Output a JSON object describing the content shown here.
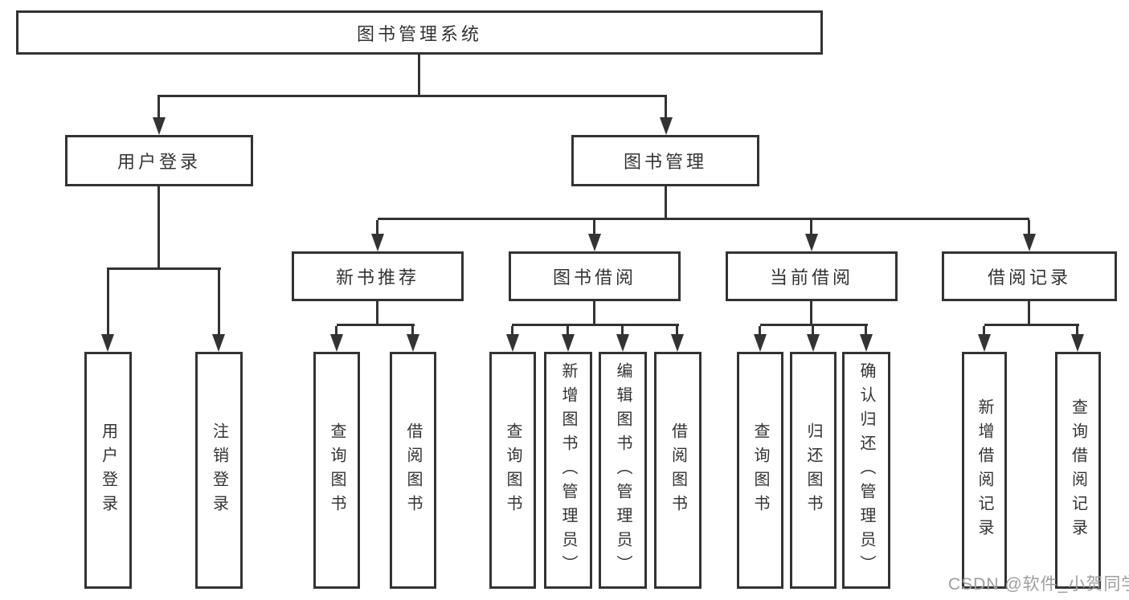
{
  "diagram": {
    "title": "图书管理系统",
    "level2": [
      {
        "label": "用户登录"
      },
      {
        "label": "图书管理"
      }
    ],
    "level3": [
      {
        "label": "新书推荐"
      },
      {
        "label": "图书借阅"
      },
      {
        "label": "当前借阅"
      },
      {
        "label": "借阅记录"
      }
    ],
    "leaves": {
      "user_login": [
        "用户登录",
        "注销登录"
      ],
      "new_books": [
        "查询图书",
        "借阅图书"
      ],
      "book_borrowing": [
        "查询图书",
        "新增图书（管理员）",
        "编辑图书（管理员）",
        "借阅图书"
      ],
      "current_borrowing": [
        "查询图书",
        "归还图书",
        "确认归还（管理员）"
      ],
      "borrowing_records": [
        "新增借阅记录",
        "查询借阅记录"
      ]
    },
    "watermark": "CSDN @软件_小贺同学",
    "colors": {
      "line": "#333333",
      "box_background": "#ffffff",
      "page_background": "#ffffff",
      "watermark": "#9e9e9e"
    }
  }
}
